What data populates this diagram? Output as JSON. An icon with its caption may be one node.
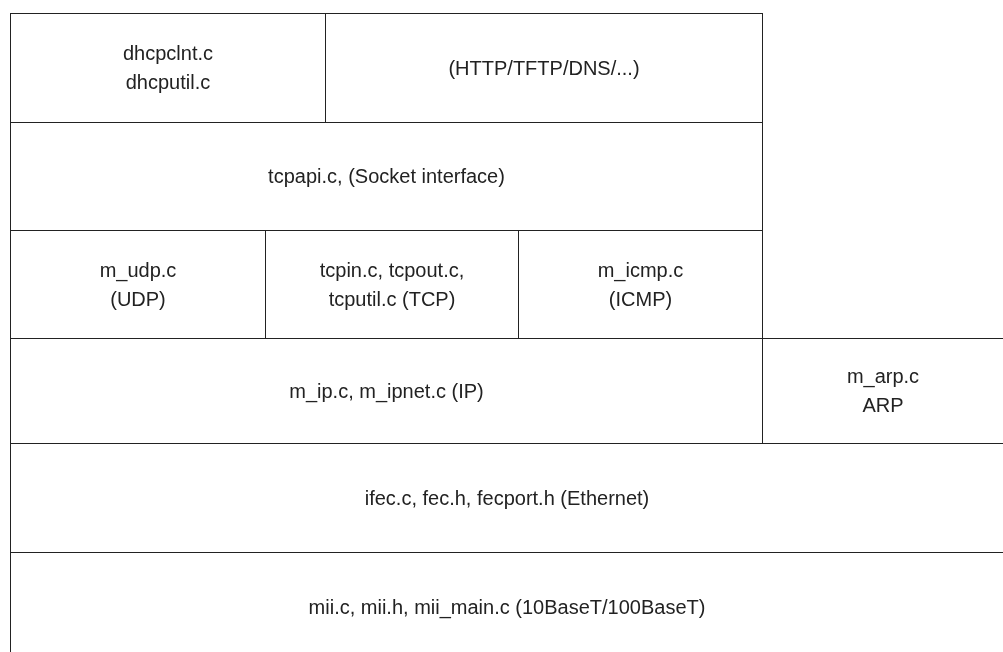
{
  "diagram": {
    "nodes": [
      {
        "text": [
          "dhcpclnt.c dhcputil.c"
        ]
      },
      {
        "text": [
          "(HTTP/TFTP/DNS/...)"
        ]
      },
      {
        "text": [
          "tcpapi.c, (Socket interface)"
        ]
      },
      {
        "text": [
          "m_udp.c (UDP)"
        ]
      },
      {
        "text": [
          "tcpin.c, tcpout.c, tcputil.c (TCP)"
        ]
      },
      {
        "text": [
          "m_icmp.c (ICMP)"
        ]
      },
      {
        "text": [
          "m_ip.c, m_ipnet.c (IP)"
        ]
      },
      {
        "text": [
          "m_arp.c ARP"
        ]
      },
      {
        "text": [
          "ifec.c, fec.h, fecport.h (Ethernet)"
        ]
      },
      {
        "text": [
          "mii.c, mii.h, mii_main.c (10BaseT/100BaseT)"
        ]
      }
    ],
    "edges": []
  }
}
